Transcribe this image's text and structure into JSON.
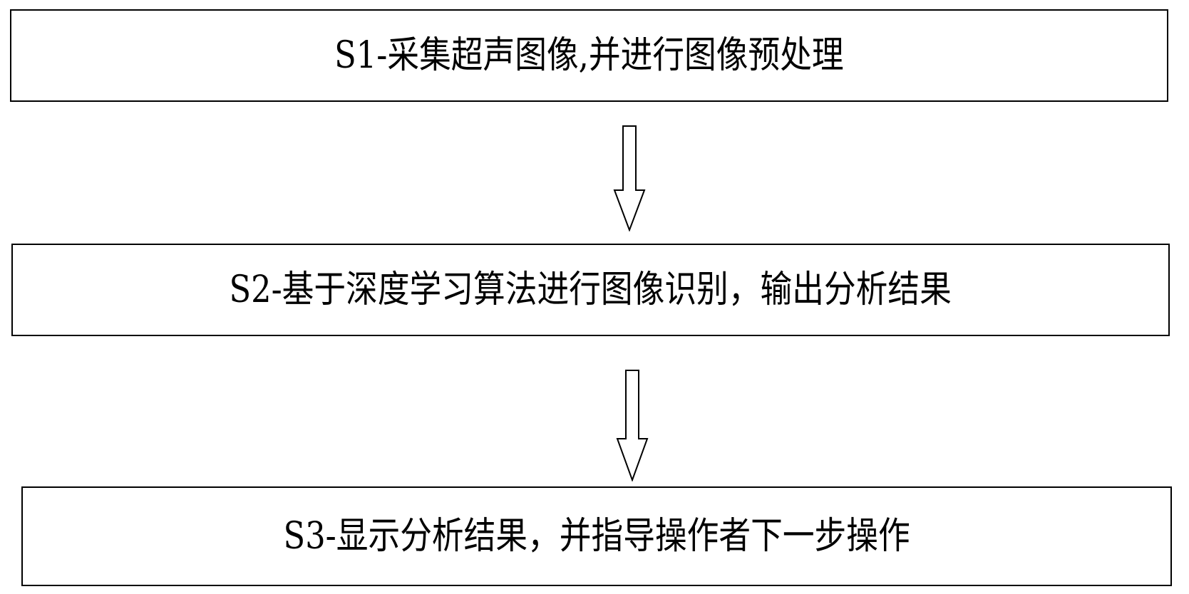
{
  "diagram": {
    "type": "flowchart",
    "steps": [
      {
        "id": "S1",
        "label": "S1-采集超声图像,并进行图像预处理"
      },
      {
        "id": "S2",
        "label": "S2-基于深度学习算法进行图像识别，输出分析结果"
      },
      {
        "id": "S3",
        "label": "S3-显示分析结果，并指导操作者下一步操作"
      }
    ],
    "edges": [
      {
        "from": "S1",
        "to": "S2"
      },
      {
        "from": "S2",
        "to": "S3"
      }
    ],
    "colors": {
      "stroke": "#000000",
      "fill": "#ffffff"
    },
    "arrow_style": "hollow-down-arrow"
  }
}
